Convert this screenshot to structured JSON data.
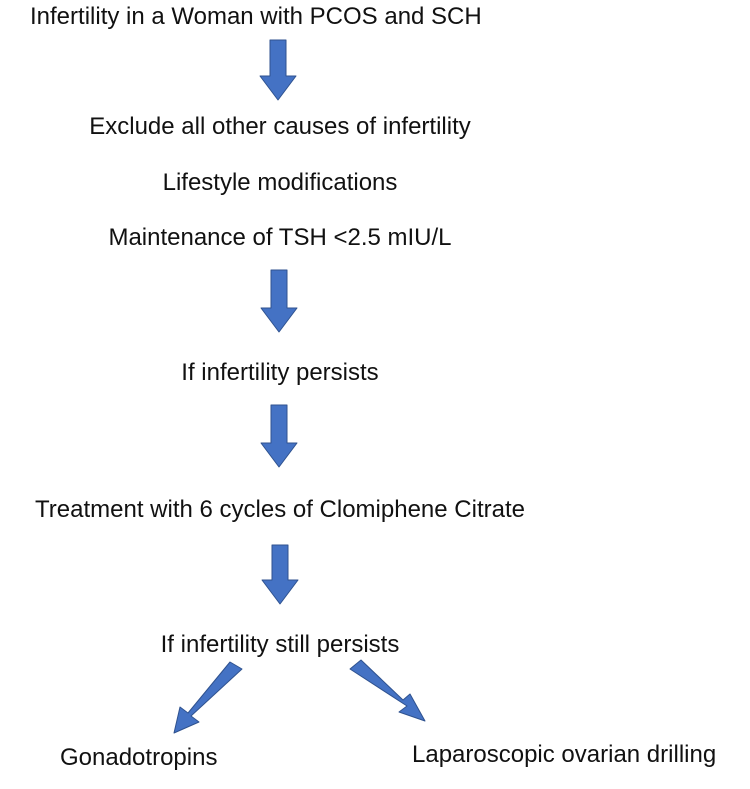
{
  "flowchart": {
    "title": "Infertility in a Woman with PCOS and SCH",
    "step_exclude": "Exclude all other causes of infertility",
    "step_lifestyle": "Lifestyle modifications",
    "step_tsh": "Maintenance of TSH <2.5 mIU/L",
    "step_persists": "If infertility persists",
    "step_clomiphene": "Treatment with 6 cycles of Clomiphene Citrate",
    "step_still_persists": "If infertility still persists",
    "option_gonadotropins": "Gonadotropins",
    "option_drilling": "Laparoscopic ovarian drilling",
    "arrow_color": "#4472C4",
    "arrow_stroke": "#2F528F"
  }
}
